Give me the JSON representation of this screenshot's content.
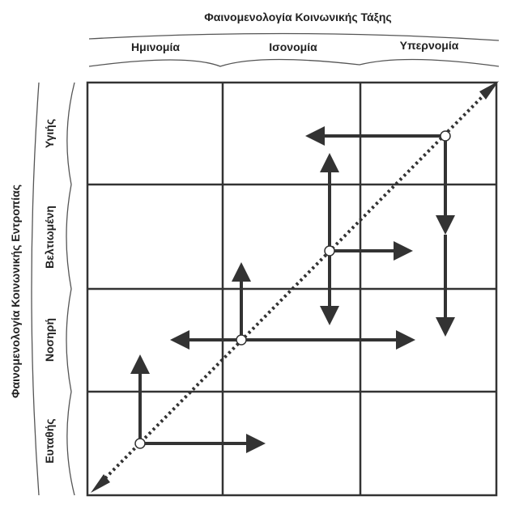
{
  "top_axis": {
    "title": "Φαινομενολογία Κοινωνικής Τάξης",
    "columns": [
      "Ημινομία",
      "Ισονομία",
      "Υπερνομία"
    ]
  },
  "left_axis": {
    "title": "Φαινομενολογία Κοινωνικής  Εντροπίας",
    "rows": [
      "Υγιής",
      "Βελτιωμένη",
      "Νοσηρή",
      "Ευταθής"
    ]
  },
  "colors": {
    "line": "#333333",
    "background": "#ffffff"
  }
}
